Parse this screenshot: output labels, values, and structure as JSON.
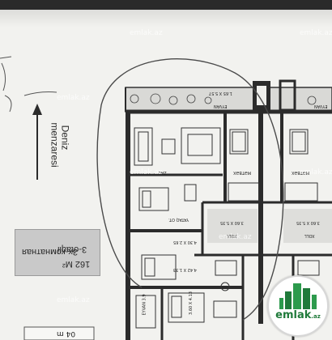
{
  "plan": {
    "direction_label_line1": "Deniz",
    "direction_label_line2": "menzaresi",
    "apartment_type_az": "3-otaqli",
    "apartment_type_ru": "3х-комнатная",
    "area": "162 M²",
    "scan_labels": [
      "YATAQ OT.",
      "ZAL",
      "MƏTBƏX",
      "MƏTBƏX",
      "XOLL",
      "XOLL",
      "EYVAN",
      "EYVAN",
      "EYVAN 3.9"
    ],
    "dimension_labels": [
      "1.65 X 5.57",
      "4.30 X 2.65",
      "4.42 X 1.33",
      "3.60 X 5.35",
      "3.60 X 5.35",
      "3.60 X 4.13"
    ],
    "page_note": "04 m"
  },
  "watermark": {
    "text": "emlak.az"
  },
  "logo": {
    "main": "emlak",
    "suffix": ".az"
  },
  "colors": {
    "paper": "#f2f2ef",
    "wall": "#2b2b2b",
    "info_box": "#c9c9c9",
    "logo_green": "#1f7a3a",
    "balcony_fill": "#d9d9d6"
  }
}
